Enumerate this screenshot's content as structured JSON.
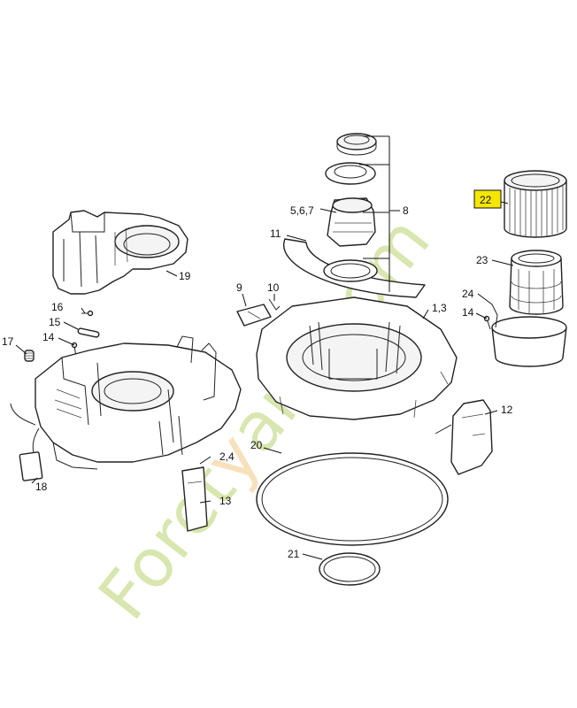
{
  "labels": {
    "p1_3": "1,3",
    "p2_4": "2,4",
    "p5_7": "5,6,7",
    "p8": "8",
    "p9": "9",
    "p10": "10",
    "p11": "11",
    "p12": "12",
    "p13": "13",
    "p14a": "14",
    "p14b": "14",
    "p15": "15",
    "p16": "16",
    "p17": "17",
    "p18": "18",
    "p19": "19",
    "p20": "20",
    "p21": "21",
    "p22": "22",
    "p23": "23",
    "p24": "24"
  },
  "highlight_color": "#f5e600",
  "watermark": {
    "text_main": "Foret",
    "text_accent": "y",
    "text_tail": "ard",
    "text_end": ".com"
  }
}
